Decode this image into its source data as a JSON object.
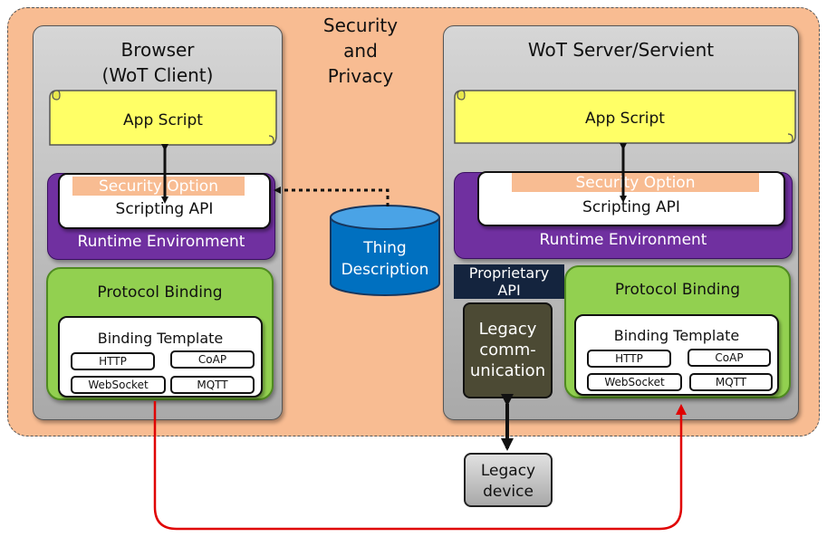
{
  "labels": {
    "security_privacy": [
      "Security",
      "and",
      "Privacy"
    ],
    "browser_title": [
      "Browser",
      "(WoT Client)"
    ],
    "server_title": "WoT Server/Servient",
    "app_script": "App Script",
    "security_option": "Security Option",
    "scripting_api": "Scripting API",
    "runtime_environment": "Runtime Environment",
    "protocol_binding": "Protocol Binding",
    "binding_template": "Binding Template",
    "protocols": [
      "HTTP",
      "CoAP",
      "WebSocket",
      "MQTT"
    ],
    "thing_description": [
      "Thing",
      "Description"
    ],
    "proprietary_api": [
      "Proprietary",
      "API"
    ],
    "legacy_communication": [
      "Legacy",
      "comm-",
      "unication"
    ],
    "legacy_device": [
      "Legacy",
      "device"
    ]
  },
  "colors": {
    "frame": "#f8bc92",
    "app_script": "#ffff66",
    "runtime": "#7030a0",
    "protocol_binding": "#92d050",
    "thing_description": "#0070c0",
    "legacy": "#4c4a34",
    "red_link": "#e00000"
  }
}
